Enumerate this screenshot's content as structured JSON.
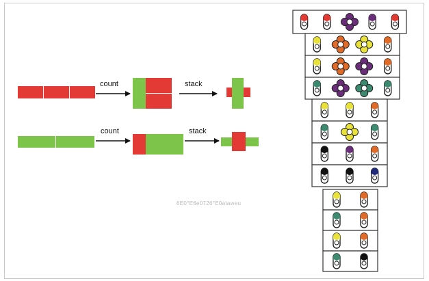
{
  "labels": {
    "count_1": "count",
    "stack_1": "stack",
    "count_2": "count",
    "stack_2": "stack",
    "watermark": "6E0°E6e0726°E0ataweu"
  },
  "colors": {
    "red": "#e43a35",
    "green": "#7dc44b",
    "outline": "#222222",
    "frame": "#c9c9c9",
    "bead_palette": [
      "#e23a33",
      "#6a2d7a",
      "#e8e23a",
      "#e06a27",
      "#3c8a6f",
      "#1f2a7a",
      "#111111"
    ]
  },
  "icons": [
    "arrow-right-icon",
    "bead-icon",
    "flower-bead-icon"
  ],
  "tower": {
    "sections": [
      {
        "rows": [
          [
            "red",
            "red",
            "purple-flower",
            "purple",
            "red"
          ]
        ]
      },
      {
        "rows": [
          [
            "yellow",
            "orange-flower",
            "yellow-flower",
            "orange"
          ],
          [
            "yellow",
            "orange-flower",
            "purple-flower",
            "orange"
          ],
          [
            "teal",
            "purple-flower",
            "teal-flower",
            "teal"
          ]
        ]
      },
      {
        "rows": [
          [
            "yellow",
            "yellow",
            "orange"
          ],
          [
            "teal",
            "yellow-flower",
            "teal"
          ],
          [
            "black",
            "purple",
            "orange"
          ],
          [
            "black",
            "black",
            "navy"
          ]
        ]
      },
      {
        "rows": [
          [
            "yellow",
            "orange"
          ],
          [
            "teal",
            "orange"
          ],
          [
            "yellow",
            "orange"
          ],
          [
            "teal",
            "black"
          ]
        ]
      }
    ]
  }
}
